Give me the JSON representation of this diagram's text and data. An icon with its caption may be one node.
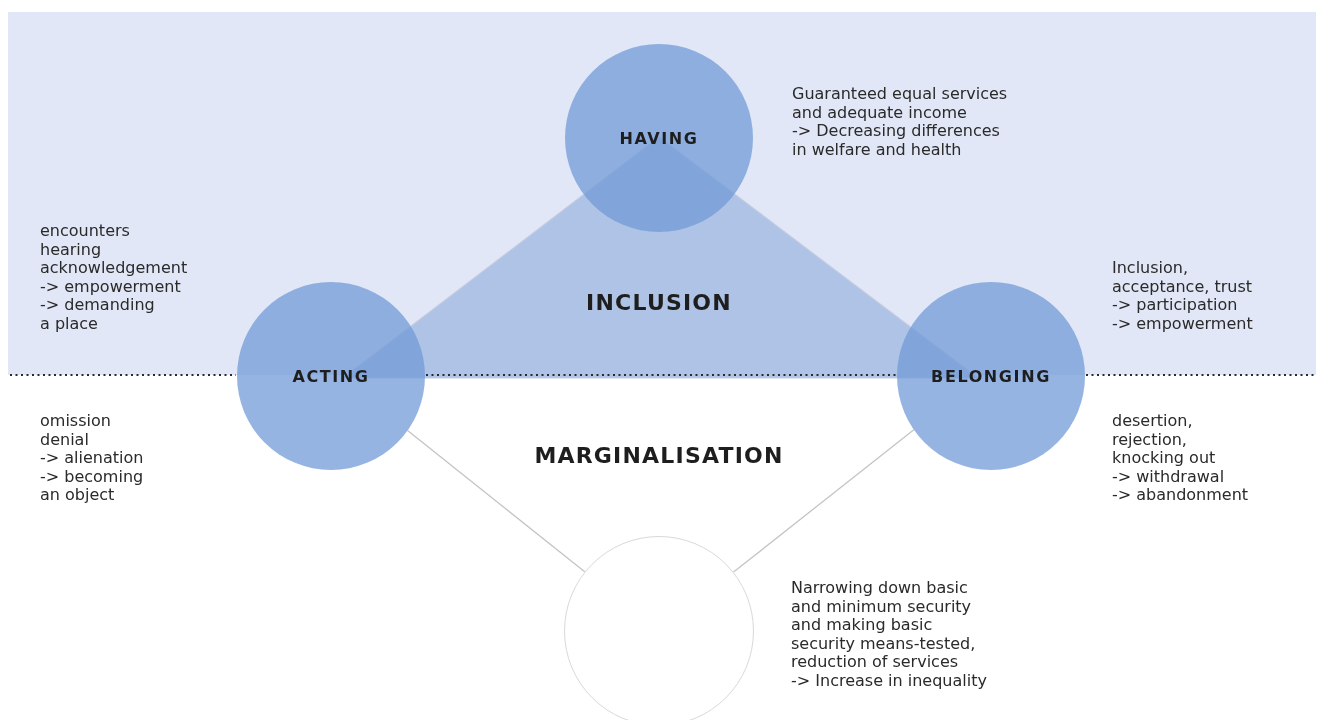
{
  "diagram": {
    "nodes": [
      {
        "text": [
          "HAVING"
        ],
        "beside": [
          "Guaranteed equal services and adequate income",
          "-> Decreasing differences in welfare and health"
        ]
      },
      {
        "text": [
          "ACTING"
        ],
        "beside": [
          "encounters",
          "hearing",
          "acknowledgement",
          "-> empowerment",
          "-> demanding a place",
          "omission",
          "denial",
          "-> alienation",
          "-> becoming an object"
        ]
      },
      {
        "text": [
          "INCLUSION"
        ]
      },
      {
        "text": [
          "BELONGING"
        ],
        "beside": [
          "Inclusion, acceptance, trust",
          "-> participation",
          "-> empowerment",
          "desertion, rejection, knocking out",
          "-> withdrawal",
          "-> abandonment"
        ]
      },
      {
        "text": [],
        "shape": "circle",
        "beside": [
          "Narrowing down basic and minimum security and making basic security means-tested, reduction of services",
          "-> Increase in inequality"
        ]
      }
    ],
    "edges": [
      {
        "from": 1,
        "to": 4,
        "arrow": "none"
      },
      {
        "from": 4,
        "to": 3,
        "arrow": "none"
      }
    ],
    "labels": [
      "MARGINALISATION"
    ]
  }
}
